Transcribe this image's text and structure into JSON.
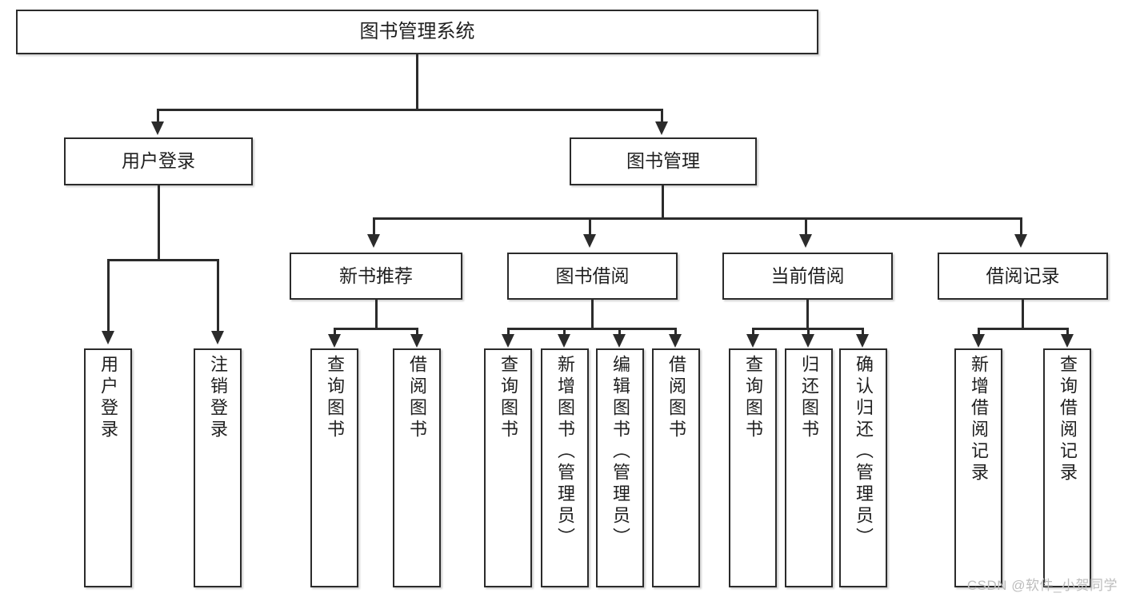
{
  "diagram": {
    "type": "tree-hierarchy",
    "title": "图书管理系统",
    "watermark": "CSDN @软件_小贺同学",
    "colors": {
      "border": "#2b2b2b",
      "fill": "#ffffff",
      "text": "#1f1f1f",
      "watermark": "#bdbdbd"
    },
    "levels": {
      "level1": [
        {
          "id": "root",
          "label": "图书管理系统"
        }
      ],
      "level2": [
        {
          "id": "user-login",
          "label": "用户登录"
        },
        {
          "id": "book-manage",
          "label": "图书管理"
        }
      ],
      "level3": [
        {
          "id": "new-book-rec",
          "label": "新书推荐",
          "parent": "book-manage"
        },
        {
          "id": "book-borrow",
          "label": "图书借阅",
          "parent": "book-manage"
        },
        {
          "id": "current-borrow",
          "label": "当前借阅",
          "parent": "book-manage"
        },
        {
          "id": "borrow-record",
          "label": "借阅记录",
          "parent": "book-manage"
        }
      ],
      "leaves": [
        {
          "id": "leaf-user-login",
          "label": "用户登录",
          "parent": "user-login"
        },
        {
          "id": "leaf-user-logout",
          "label": "注销登录",
          "parent": "user-login"
        },
        {
          "id": "leaf-rec-query",
          "label": "查询图书",
          "parent": "new-book-rec"
        },
        {
          "id": "leaf-rec-borrow",
          "label": "借阅图书",
          "parent": "new-book-rec"
        },
        {
          "id": "leaf-borrow-query",
          "label": "查询图书",
          "parent": "book-borrow"
        },
        {
          "id": "leaf-borrow-add",
          "label": "新增图书（管理员）",
          "parent": "book-borrow"
        },
        {
          "id": "leaf-borrow-edit",
          "label": "编辑图书（管理员）",
          "parent": "book-borrow"
        },
        {
          "id": "leaf-borrow-lend",
          "label": "借阅图书",
          "parent": "book-borrow"
        },
        {
          "id": "leaf-cur-query",
          "label": "查询图书",
          "parent": "current-borrow"
        },
        {
          "id": "leaf-cur-return",
          "label": "归还图书",
          "parent": "current-borrow"
        },
        {
          "id": "leaf-cur-confirm",
          "label": "确认归还（管理员）",
          "parent": "current-borrow"
        },
        {
          "id": "leaf-rec-add",
          "label": "新增借阅记录",
          "parent": "borrow-record"
        },
        {
          "id": "leaf-rec-query-record",
          "label": "查询借阅记录",
          "parent": "borrow-record"
        }
      ]
    }
  }
}
